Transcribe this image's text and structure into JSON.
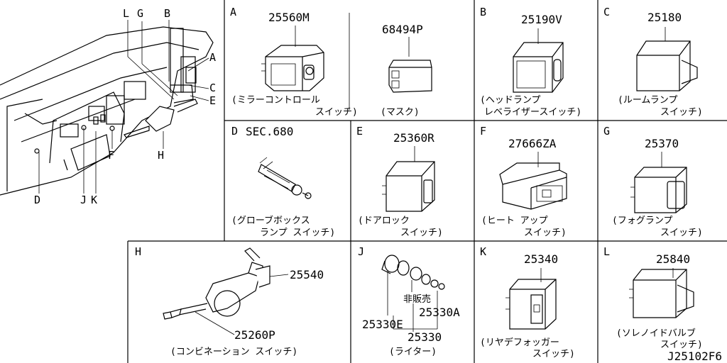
{
  "overview": {
    "callouts": [
      "L",
      "G",
      "B",
      "A",
      "C",
      "E",
      "H",
      "F",
      "D",
      "J",
      "K"
    ]
  },
  "cells": {
    "A": {
      "letter": "A",
      "parts": [
        "25560M",
        "68494P"
      ],
      "caption1": "(ミラーコントロール",
      "caption1b": "スイッチ)",
      "caption2": "(マスク)"
    },
    "B": {
      "letter": "B",
      "part": "25190V",
      "caption_l1": "(ヘッドランプ",
      "caption_l2": "レベライザースイッチ)"
    },
    "C": {
      "letter": "C",
      "part": "25180",
      "caption_l1": "(ルームランプ",
      "caption_l2": "スイッチ)"
    },
    "D": {
      "letter": "D",
      "part": "SEC.680",
      "caption_l1": "(グローブボックス",
      "caption_l2": "ランプ スイッチ)"
    },
    "E": {
      "letter": "E",
      "part": "25360R",
      "caption_l1": "(ドアロック",
      "caption_l2": "スイッチ)"
    },
    "F": {
      "letter": "F",
      "part": "27666ZA",
      "caption_l1": "(ヒート アップ",
      "caption_l2": "スイッチ)"
    },
    "G": {
      "letter": "G",
      "part": "25370",
      "caption_l1": "(フォグランプ",
      "caption_l2": "スイッチ)"
    },
    "H": {
      "letter": "H",
      "part_a": "25540",
      "part_b": "25260P",
      "caption": "(コンビネーション スイッチ)"
    },
    "J": {
      "letter": "J",
      "part_a": "25330E",
      "part_b": "非販売",
      "part_c": "25330A",
      "part_d": "25330",
      "caption": "(ライター)"
    },
    "K": {
      "letter": "K",
      "part": "25340",
      "caption_l1": "(リヤデフォッガー",
      "caption_l2": "スイッチ)"
    },
    "L": {
      "letter": "L",
      "part": "25840",
      "caption_l1": "(ソレノイドバルブ",
      "caption_l2": "スイッチ)"
    }
  },
  "figure_code": "J25102F6"
}
